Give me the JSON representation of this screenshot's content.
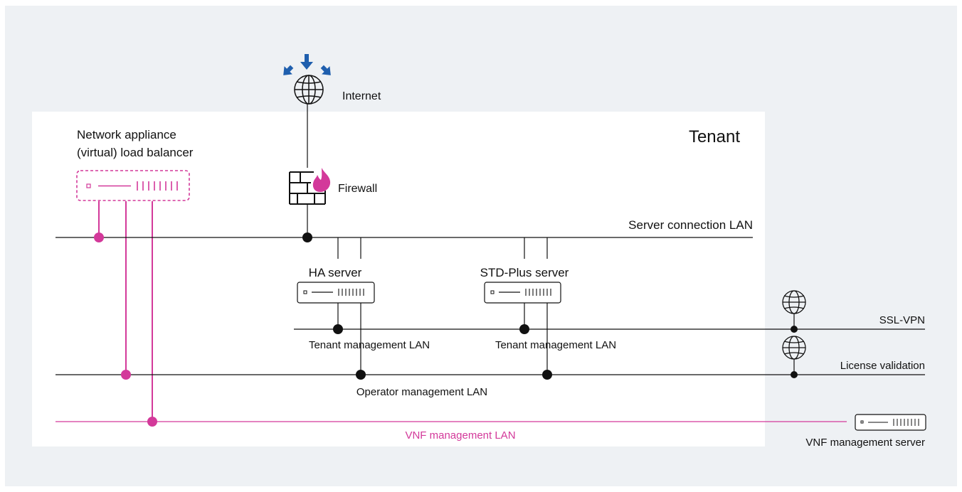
{
  "colors": {
    "page_bg": "#eef1f4",
    "tenant_bg": "#ffffff",
    "line": "#111111",
    "accent_pink": "#d3399a",
    "accent_blue": "#1f5fae",
    "text": "#111111"
  },
  "tenant": {
    "title": "Tenant"
  },
  "internet": {
    "label": "Internet",
    "icon": "globe-icon"
  },
  "firewall": {
    "label": "Firewall",
    "icon": "firewall-icon"
  },
  "load_balancer": {
    "label_line1": "Network appliance",
    "label_line2": "(virtual) load balancer",
    "icon": "server-icon"
  },
  "networks": {
    "server_connection": "Server connection LAN",
    "ssl_vpn": "SSL-VPN",
    "license_validation": "License validation",
    "tenant_mgmt_left": "Tenant management LAN",
    "tenant_mgmt_right": "Tenant management LAN",
    "operator_mgmt": "Operator management LAN",
    "vnf_mgmt": "VNF management LAN"
  },
  "servers": {
    "ha": "HA server",
    "std_plus": "STD-Plus server",
    "vnf_mgmt_server": "VNF management server"
  }
}
